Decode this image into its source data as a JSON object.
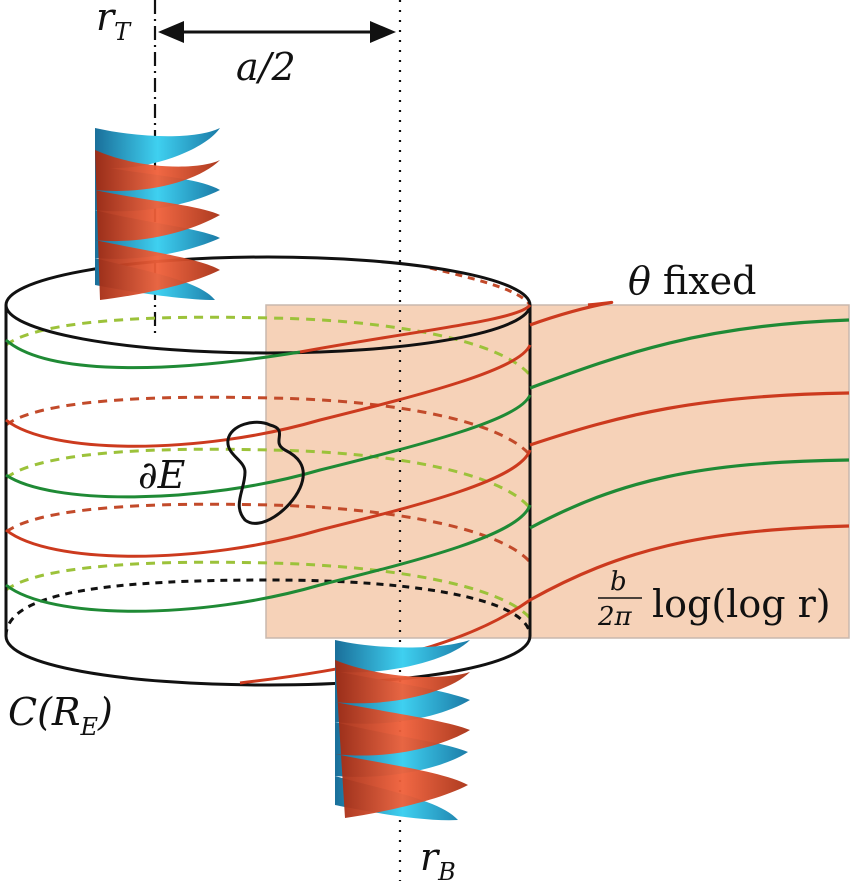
{
  "labels": {
    "top_axis": {
      "base": "r",
      "sub": "T"
    },
    "bottom_axis": {
      "base": "r",
      "sub": "B"
    },
    "separation": "a/2",
    "theta_fixed": {
      "symbol": "θ",
      "text": "fixed"
    },
    "boundary": "∂E",
    "cylinder": {
      "prefix": "C(R",
      "sub": "E",
      "suffix": ")"
    },
    "curve_formula": {
      "numerator": "b",
      "denominator": "2π",
      "text": "log(log r)"
    }
  },
  "colors": {
    "helicoid_red": "#e0522a",
    "helicoid_blue": "#2bb8de",
    "curve_red": "#cc3a1e",
    "curve_green": "#1f8a35",
    "dashed_green": "#9cc23a",
    "plane_fill": "#f6d2b8",
    "outline": "#111111"
  },
  "icons": [
    "top-helicoid-icon",
    "bottom-helicoid-icon"
  ]
}
